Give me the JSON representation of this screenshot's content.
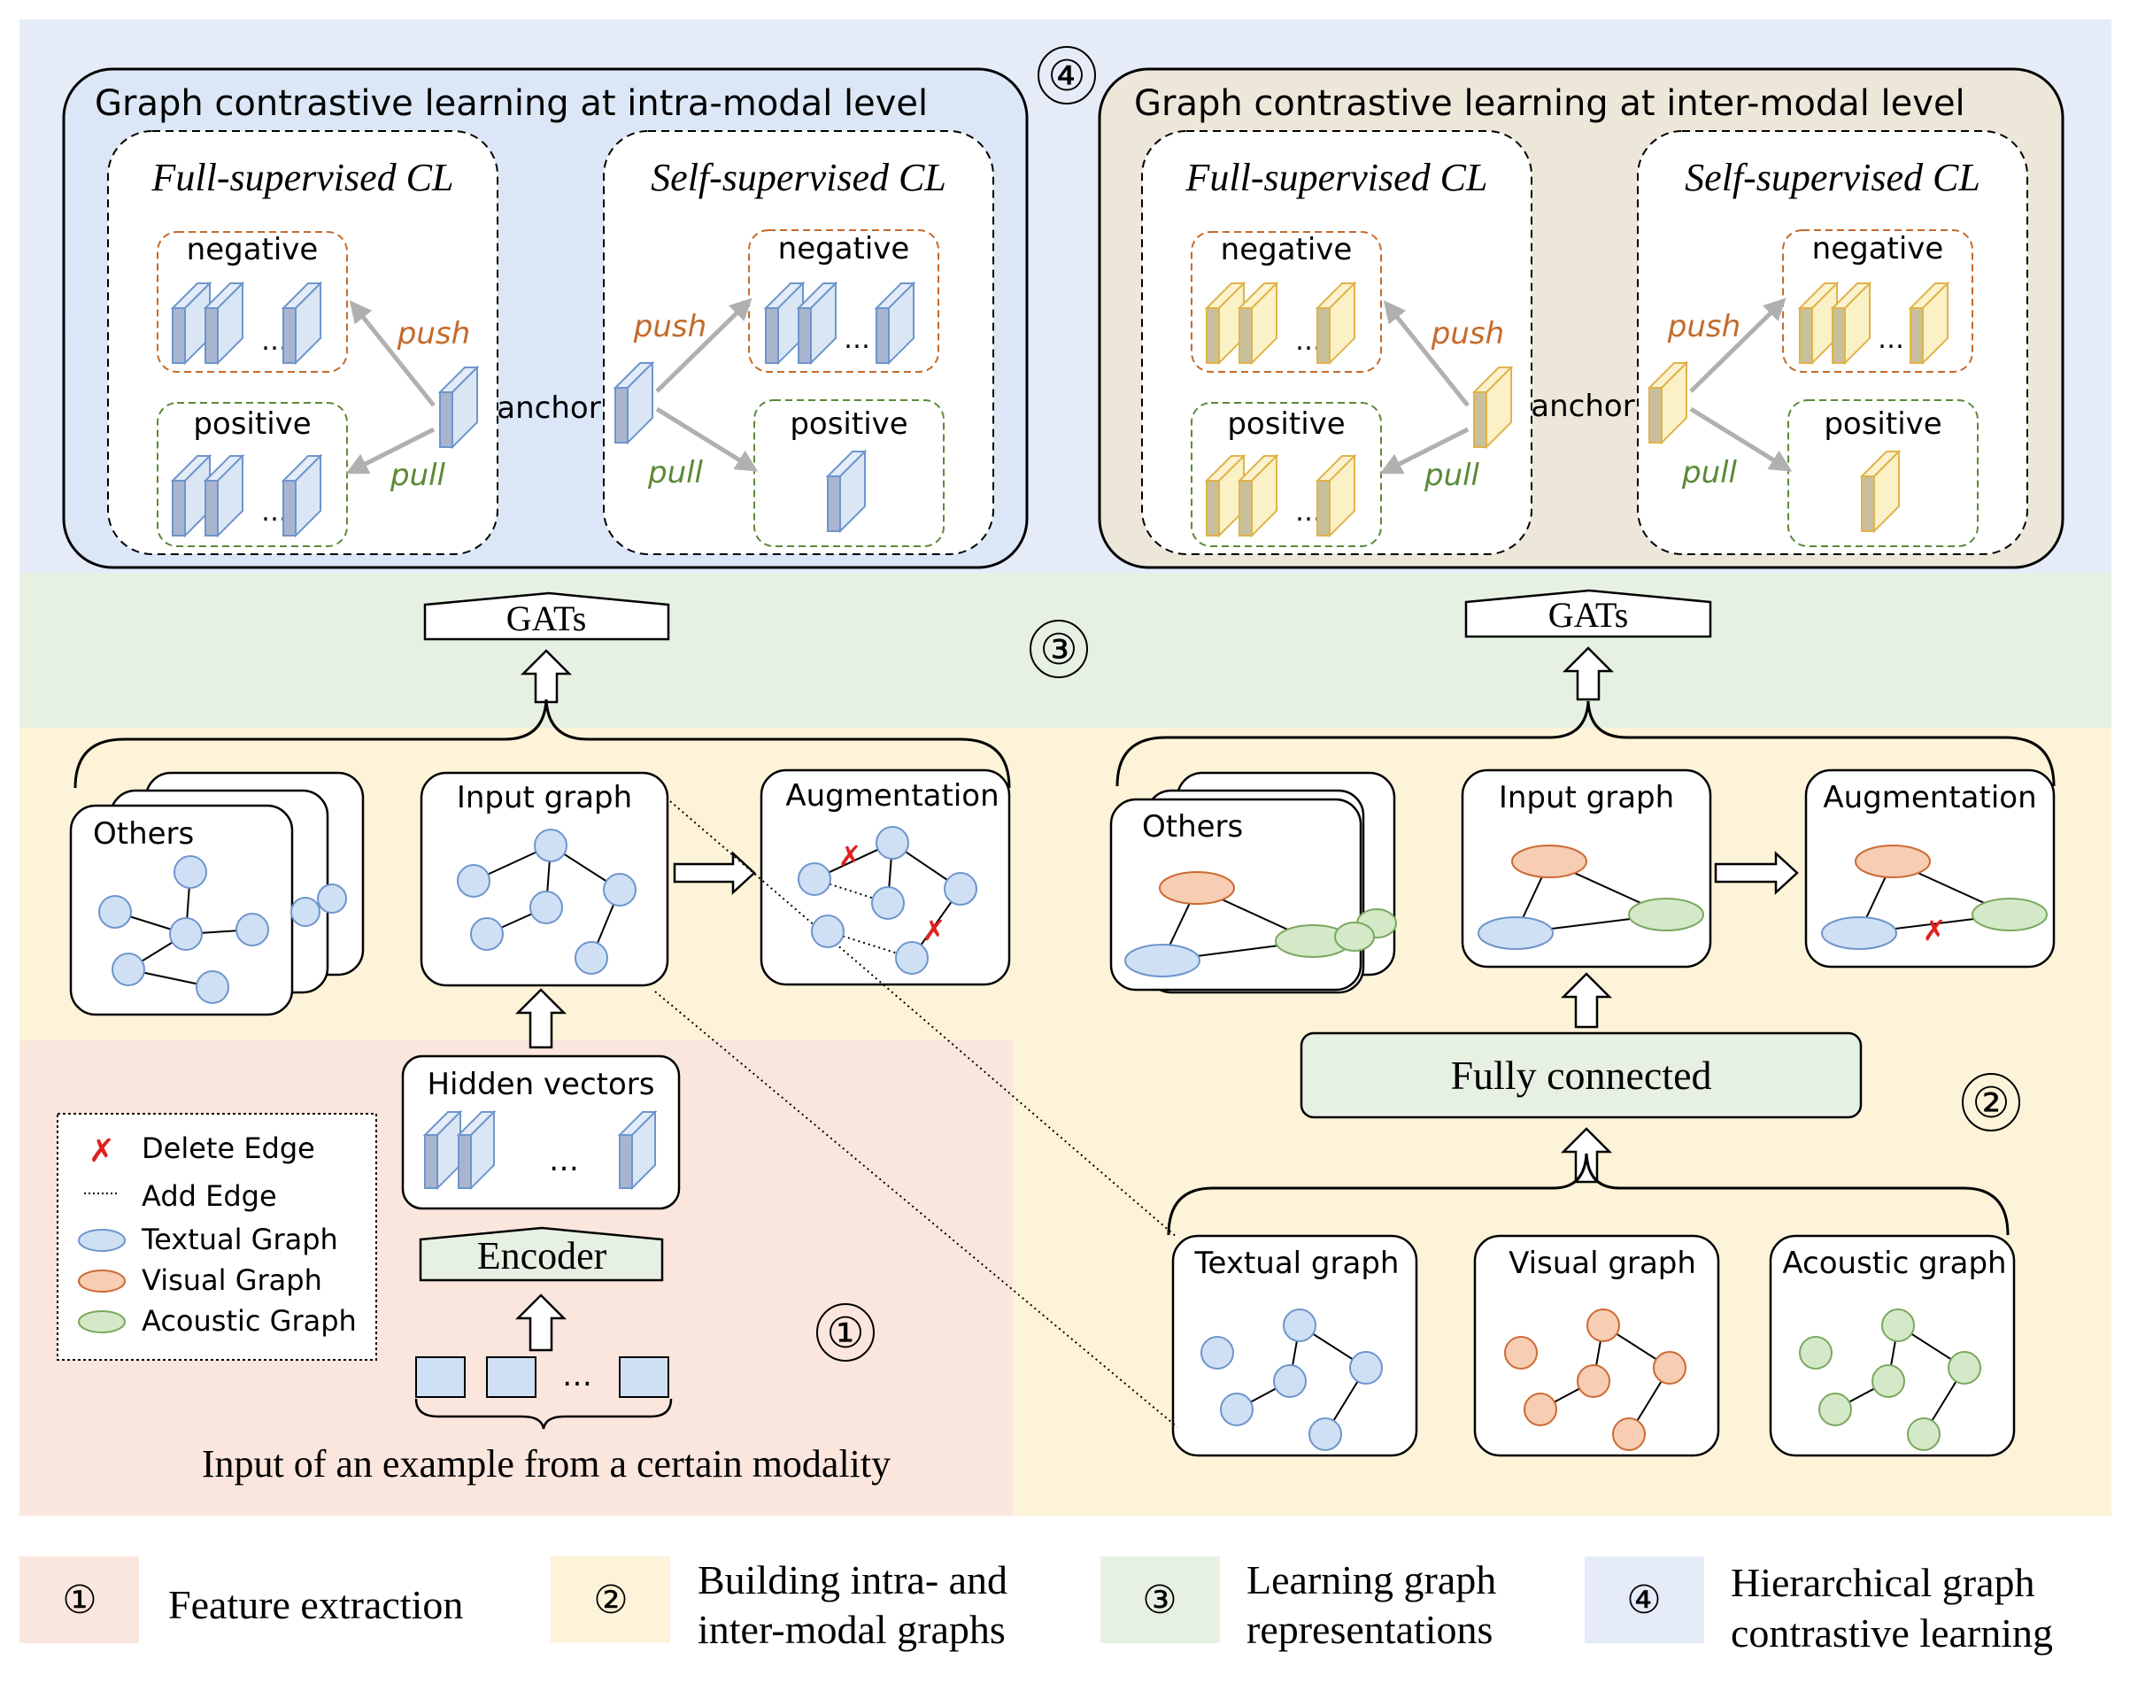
{
  "stage_markers": {
    "s1": "①",
    "s2": "②",
    "s3": "③",
    "s4": "④"
  },
  "intra": {
    "title": "Graph contrastive learning at intra-modal level",
    "full": "Full-supervised CL",
    "self": "Self-supervised CL",
    "negative": "negative",
    "positive": "positive",
    "push": "push",
    "pull": "pull",
    "anchor": "anchor"
  },
  "inter": {
    "title": "Graph contrastive learning at inter-modal level",
    "full": "Full-supervised CL",
    "self": "Self-supervised CL",
    "negative": "negative",
    "positive": "positive",
    "push": "push",
    "pull": "pull",
    "anchor": "anchor"
  },
  "gats_label": "GATs",
  "left_graphs": {
    "others": "Others",
    "input": "Input graph",
    "aug": "Augmentation"
  },
  "right_graphs": {
    "others": "Others",
    "input": "Input graph",
    "aug": "Augmentation"
  },
  "hidden_vectors": "Hidden vectors",
  "encoder": "Encoder",
  "input_caption": "Input of an example from a certain modality",
  "ellipsis": "…",
  "fully_connected": "Fully connected",
  "modal_graphs": {
    "textual": "Textual graph",
    "visual": "Visual graph",
    "acoustic": "Acoustic graph"
  },
  "legend": {
    "delete_symbol": "✗",
    "delete": "Delete Edge",
    "add": "Add Edge",
    "textual": "Textual Graph",
    "visual": "Visual Graph",
    "acoustic": "Acoustic Graph"
  },
  "bottom_legend": [
    {
      "num": "①",
      "line1": "Feature extraction",
      "line2": ""
    },
    {
      "num": "②",
      "line1": "Building intra- and",
      "line2": "inter-modal graphs"
    },
    {
      "num": "③",
      "line1": "Learning graph",
      "line2": "representations"
    },
    {
      "num": "④",
      "line1": "Hierarchical graph",
      "line2": "contrastive learning"
    }
  ],
  "colors": {
    "stage1": "#fbe6dd",
    "stage2": "#fdf3d8",
    "stage3": "#e6f1e3",
    "stage4": "#e5ecf8",
    "blue_node": "#cfe0f5",
    "blue_stroke": "#6e95cc",
    "orange_node": "#f7cdb3",
    "orange_stroke": "#cc6a33",
    "green_node": "#d4e9c8",
    "green_stroke": "#7aa85f",
    "neg_orange": "#c46a2b",
    "pos_green": "#5b8a36"
  }
}
